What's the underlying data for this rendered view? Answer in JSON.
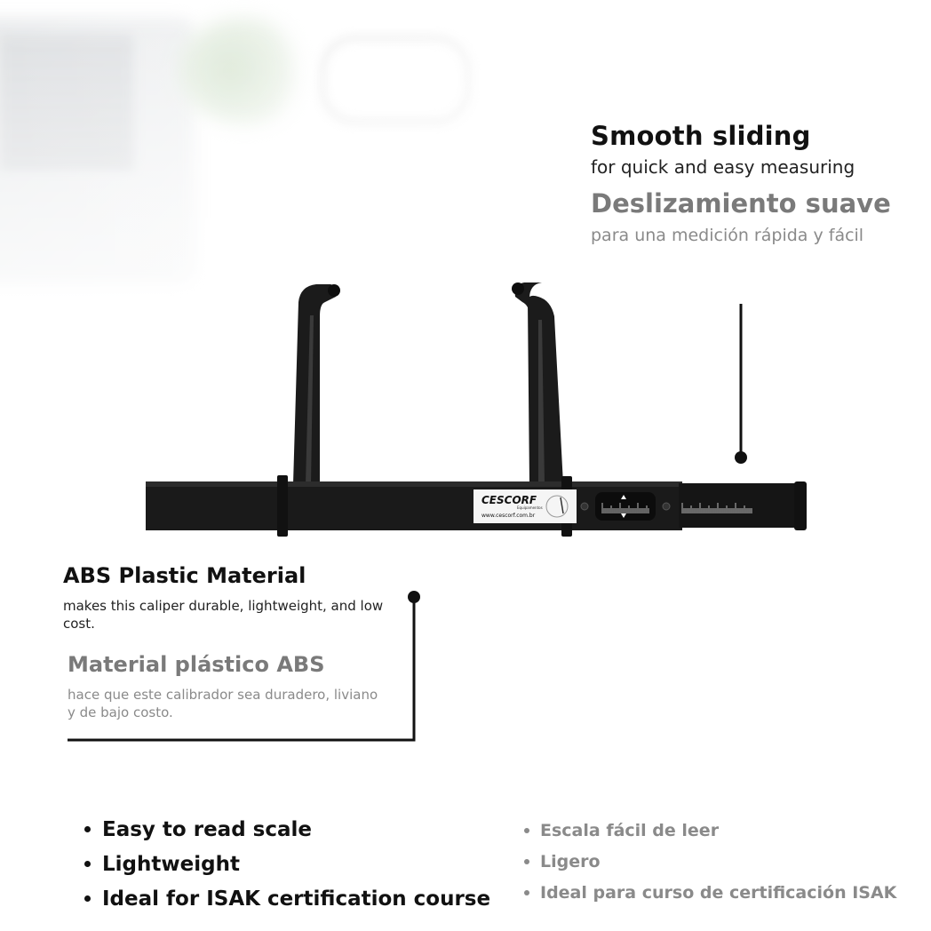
{
  "colors": {
    "text_primary": "#111111",
    "text_secondary": "#8a8a8a",
    "caliper_body": "#1a1a1a"
  },
  "smooth_sliding": {
    "title_en": "Smooth sliding",
    "desc_en": "for quick and easy measuring",
    "title_es": "Deslizamiento suave",
    "desc_es": "para una medición rápida y fácil"
  },
  "abs_material": {
    "title_en": "ABS Plastic Material",
    "desc_en": "makes this caliper durable, lightweight, and low cost.",
    "title_es": "Material plástico ABS",
    "desc_es": "hace que este calibrador sea duradero, liviano y de bajo costo."
  },
  "caliper": {
    "brand": "CESCORF",
    "brand_sub": "Equipamentos",
    "url": "www.cescorf.com.br"
  },
  "features_en": [
    "Easy to read scale",
    "Lightweight",
    "Ideal for ISAK certification course"
  ],
  "features_es": [
    "Escala fácil de leer",
    "Ligero",
    "Ideal para curso de certificación ISAK"
  ]
}
